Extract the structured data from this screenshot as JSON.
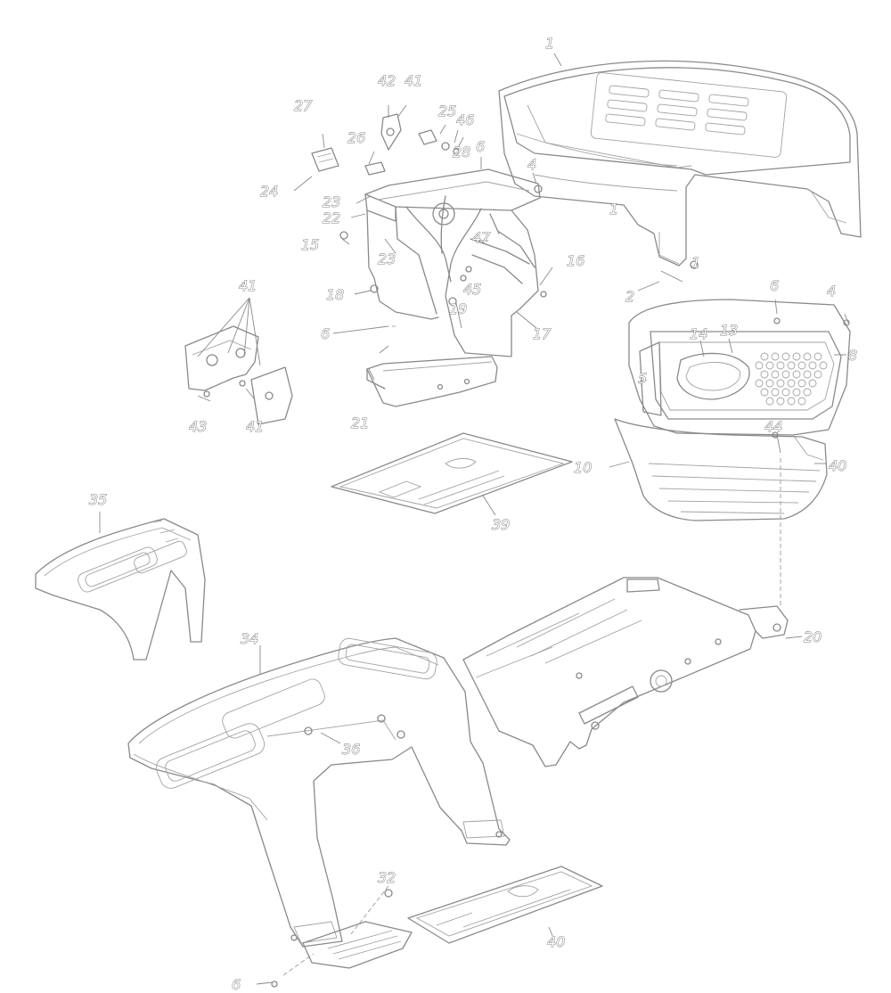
{
  "callouts": [
    {
      "id": "c1",
      "text": "1"
    },
    {
      "id": "c1b",
      "text": "1"
    },
    {
      "id": "c1c",
      "text": "1"
    },
    {
      "id": "c2",
      "text": "2"
    },
    {
      "id": "c4a",
      "text": "4"
    },
    {
      "id": "c4b",
      "text": "4"
    },
    {
      "id": "c5",
      "text": "5"
    },
    {
      "id": "c6a",
      "text": "6"
    },
    {
      "id": "c6b",
      "text": "6"
    },
    {
      "id": "c6c",
      "text": "6"
    },
    {
      "id": "c6d",
      "text": "6"
    },
    {
      "id": "c8",
      "text": "8"
    },
    {
      "id": "c10",
      "text": "10"
    },
    {
      "id": "c13",
      "text": "13"
    },
    {
      "id": "c14",
      "text": "14"
    },
    {
      "id": "c15",
      "text": "15"
    },
    {
      "id": "c16",
      "text": "16"
    },
    {
      "id": "c17",
      "text": "17"
    },
    {
      "id": "c18",
      "text": "18"
    },
    {
      "id": "c19",
      "text": "19"
    },
    {
      "id": "c20",
      "text": "20"
    },
    {
      "id": "c21",
      "text": "21"
    },
    {
      "id": "c22",
      "text": "22"
    },
    {
      "id": "c23a",
      "text": "23"
    },
    {
      "id": "c23b",
      "text": "23"
    },
    {
      "id": "c24",
      "text": "24"
    },
    {
      "id": "c25",
      "text": "25"
    },
    {
      "id": "c26",
      "text": "26"
    },
    {
      "id": "c27",
      "text": "27"
    },
    {
      "id": "c28",
      "text": "28"
    },
    {
      "id": "c32",
      "text": "32"
    },
    {
      "id": "c34",
      "text": "34"
    },
    {
      "id": "c35",
      "text": "35"
    },
    {
      "id": "c36",
      "text": "36"
    },
    {
      "id": "c39",
      "text": "39"
    },
    {
      "id": "c40a",
      "text": "40"
    },
    {
      "id": "c40b",
      "text": "40"
    },
    {
      "id": "c41a",
      "text": "41"
    },
    {
      "id": "c41b",
      "text": "41"
    },
    {
      "id": "c41c",
      "text": "41"
    },
    {
      "id": "c42",
      "text": "42"
    },
    {
      "id": "c43",
      "text": "43"
    },
    {
      "id": "c44",
      "text": "44"
    },
    {
      "id": "c45",
      "text": "45"
    },
    {
      "id": "c46",
      "text": "46"
    },
    {
      "id": "c47",
      "text": "47"
    }
  ]
}
